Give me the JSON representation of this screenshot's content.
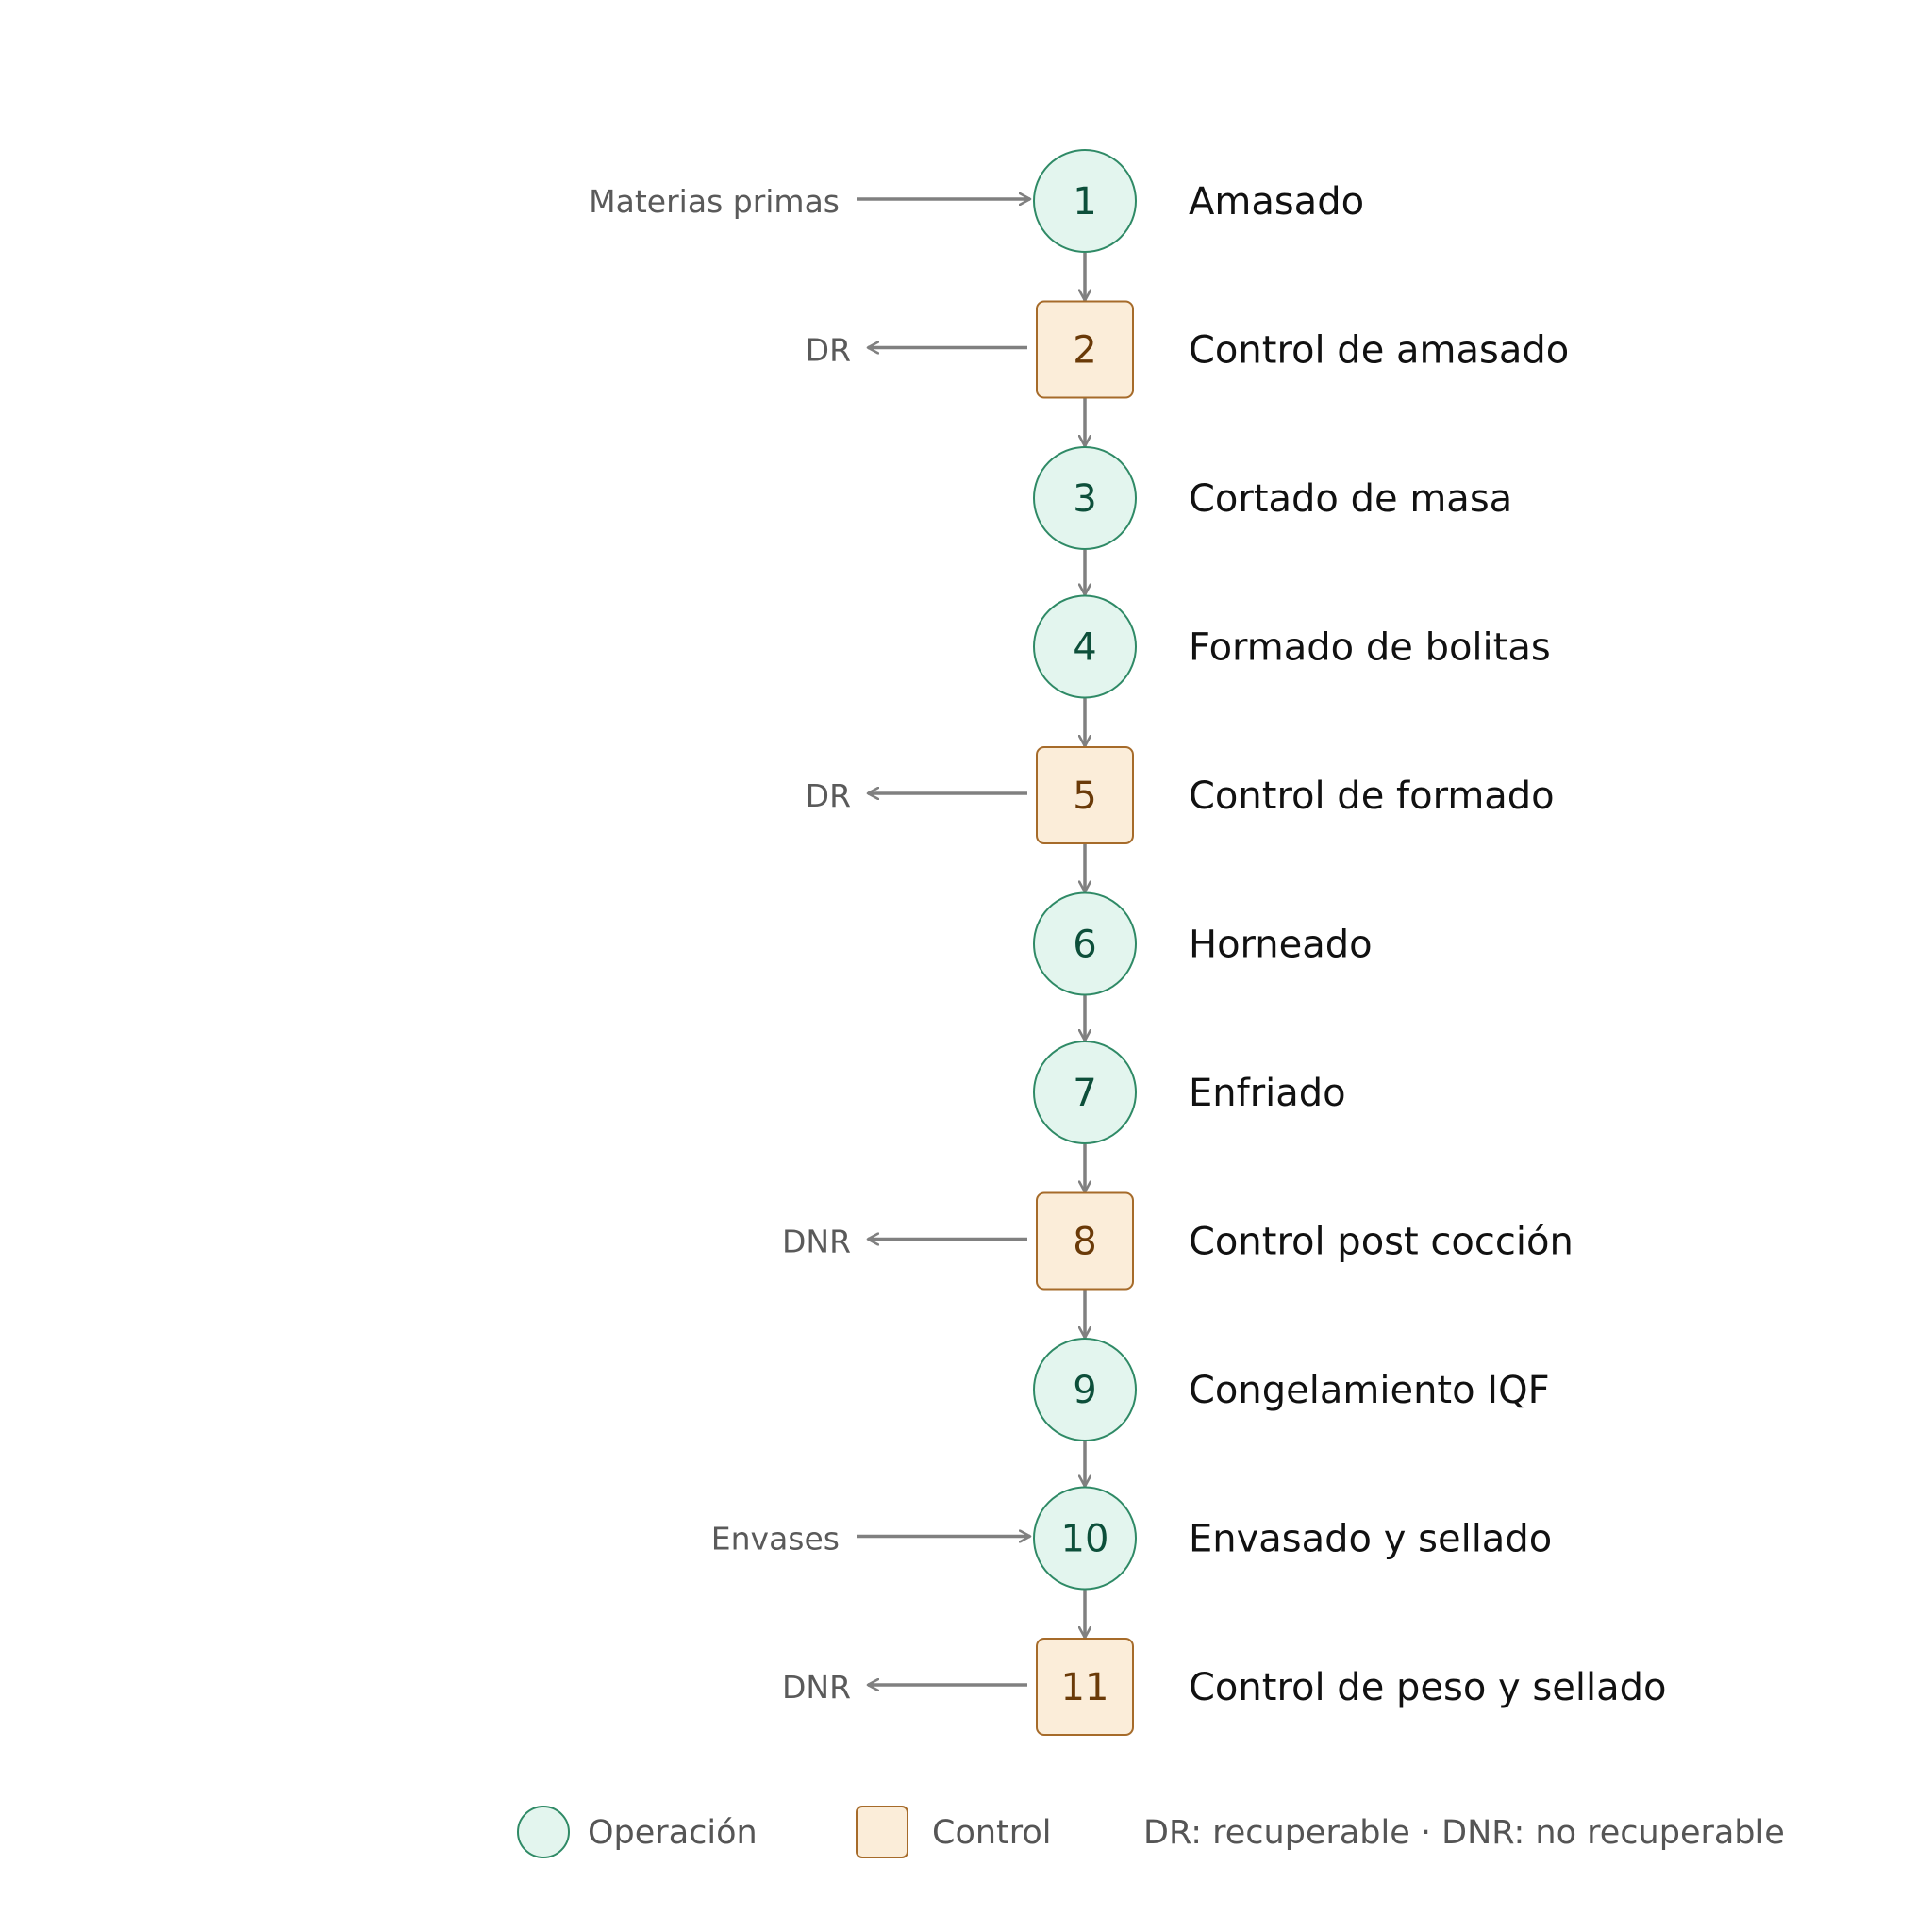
{
  "steps": [
    {
      "number": "1",
      "type": "operation",
      "label": "Amasado",
      "side": {
        "text": "Materias primas",
        "direction": "in"
      }
    },
    {
      "number": "2",
      "type": "control",
      "label": "Control de amasado",
      "side": {
        "text": "DR",
        "direction": "out"
      }
    },
    {
      "number": "3",
      "type": "operation",
      "label": "Cortado de masa",
      "side": null
    },
    {
      "number": "4",
      "type": "operation",
      "label": "Formado de bolitas",
      "side": null
    },
    {
      "number": "5",
      "type": "control",
      "label": "Control de formado",
      "side": {
        "text": "DR",
        "direction": "out"
      }
    },
    {
      "number": "6",
      "type": "operation",
      "label": "Horneado",
      "side": null
    },
    {
      "number": "7",
      "type": "operation",
      "label": "Enfriado",
      "side": null
    },
    {
      "number": "8",
      "type": "control",
      "label": "Control post cocción",
      "side": {
        "text": "DNR",
        "direction": "out"
      }
    },
    {
      "number": "9",
      "type": "operation",
      "label": "Congelamiento IQF",
      "side": null
    },
    {
      "number": "10",
      "type": "operation",
      "label": "Envasado y sellado",
      "side": {
        "text": "Envases",
        "direction": "in"
      }
    },
    {
      "number": "11",
      "type": "control",
      "label": "Control de peso y sellado",
      "side": {
        "text": "DNR",
        "direction": "out"
      }
    }
  ],
  "legend": {
    "operation": "Operación",
    "control": "Control",
    "note": "DR: recuperable · DNR: no recuperable"
  },
  "colors": {
    "operation_fill": "#e3f5ee",
    "operation_stroke": "#2f8a66",
    "control_fill": "#fbedd9",
    "control_stroke": "#a66b2a",
    "arrow": "#808080"
  }
}
